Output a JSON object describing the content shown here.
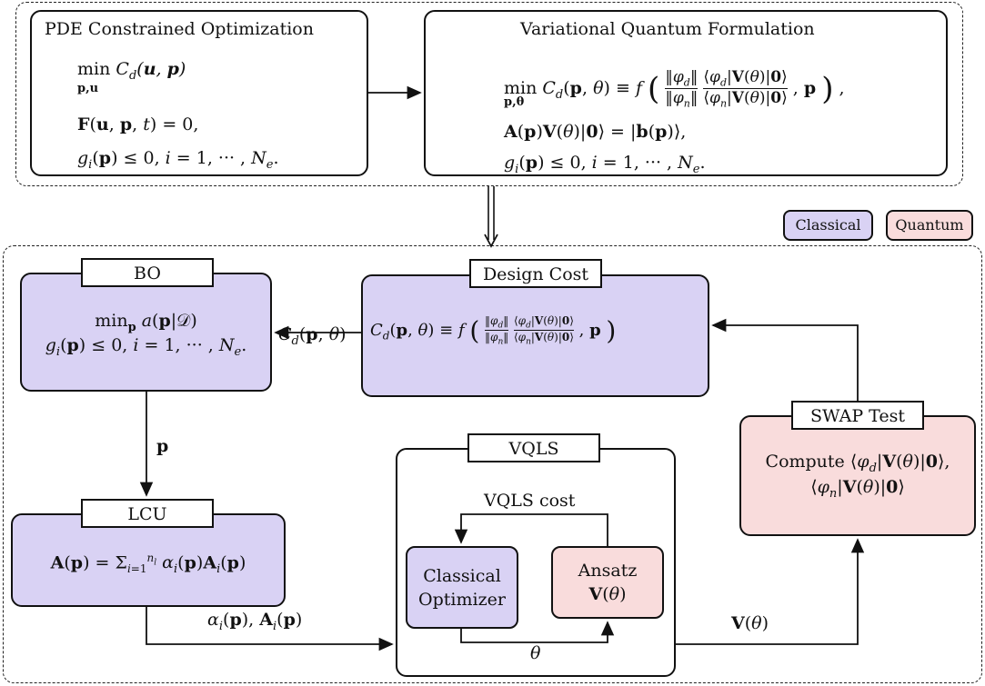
{
  "top": {
    "pde_title": "PDE Constrained Optimization",
    "pde_lines": [
      "min C_d(u, p)",
      "p,u",
      "F(u, p, t) = 0,",
      "g_i(p) ≤ 0, i = 1, ··· , N_e."
    ],
    "vqf_title": "Variational Quantum Formulation",
    "vqf_lines": [
      "min C_d(p, θ) ≡ f ( ‖φ_d‖/‖φ_n‖ · ⟨φ_d|V(θ)|0⟩/⟨φ_n|V(θ)|0⟩ , p ),",
      "p,θ",
      "A(p)V(θ)|0⟩ = |b(p)⟩,",
      "g_i(p) ≤ 0, i = 1, ··· , N_e."
    ]
  },
  "legend": {
    "classical": "Classical",
    "quantum": "Quantum"
  },
  "bo": {
    "title": "BO",
    "line1": "min_p a(p|𝒟)",
    "line2": "g_i(p) ≤ 0, i = 1, ··· , N_e."
  },
  "design_cost": {
    "title": "Design Cost",
    "expr": "C_d(p, θ) ≡ f ( ‖φ_d‖/‖φ_n‖ · ⟨φ_d|V(θ)|0⟩/⟨φ_n|V(θ)|0⟩ , p )"
  },
  "swap": {
    "title": "SWAP Test",
    "line1": "Compute ⟨φ_d|V(θ)|0⟩,",
    "line2": "⟨φ_n|V(θ)|0⟩"
  },
  "lcu": {
    "title": "LCU",
    "expr": "A(p) = Σ_{i=1}^{n_l} α_i(p)A_i(p)"
  },
  "vqls": {
    "title": "VQLS",
    "cost_label": "VQLS cost",
    "optimizer": [
      "Classical",
      "Optimizer"
    ],
    "ansatz": [
      "Ansatz",
      "V(θ)"
    ],
    "theta": "θ"
  },
  "edges": {
    "cd_label": "C_d(p, θ)",
    "p_label": "p",
    "alpha_label": "α_i(p), A_i(p)",
    "v_label": "V(θ)"
  },
  "colors": {
    "classical": "#d9d2f4",
    "quantum": "#f9dcdc"
  }
}
